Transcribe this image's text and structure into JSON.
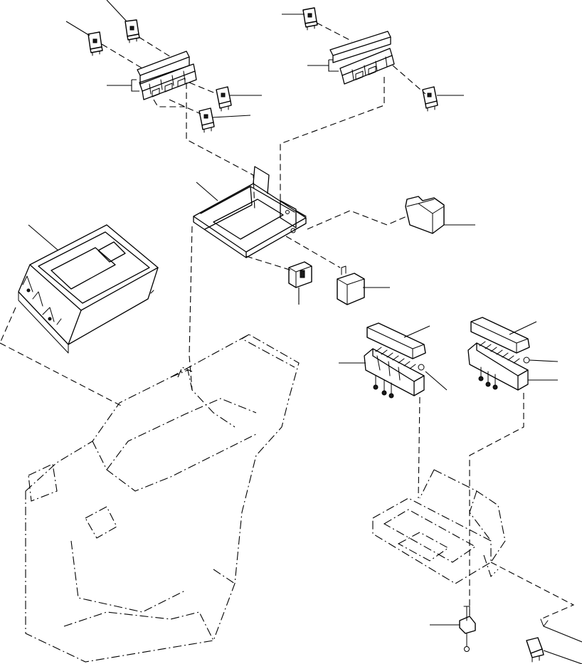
{
  "diagram": {
    "parts": [
      {
        "id": "relay-top-a",
        "icon": "relay-icon"
      },
      {
        "id": "relay-top-b",
        "icon": "relay-icon"
      },
      {
        "id": "relay-bracket-left",
        "icon": "bracket-icon"
      },
      {
        "id": "relay-mid-left-1",
        "icon": "relay-icon"
      },
      {
        "id": "relay-mid-left-2",
        "icon": "relay-icon"
      },
      {
        "id": "relay-top-right",
        "icon": "relay-icon"
      },
      {
        "id": "relay-bracket-right",
        "icon": "bracket-icon"
      },
      {
        "id": "relay-mid-right",
        "icon": "relay-icon"
      },
      {
        "id": "mounting-tray",
        "icon": "tray-icon"
      },
      {
        "id": "controller-box",
        "icon": "controller-icon"
      },
      {
        "id": "connector-cover",
        "icon": "cover-icon"
      },
      {
        "id": "flasher-unit",
        "icon": "flasher-icon"
      },
      {
        "id": "small-relay",
        "icon": "relay-icon"
      },
      {
        "id": "fuse-box-left",
        "icon": "fuse-box-icon"
      },
      {
        "id": "fuse-box-right",
        "icon": "fuse-box-icon"
      },
      {
        "id": "ground-stud",
        "icon": "stud-icon"
      },
      {
        "id": "relay-bottom",
        "icon": "relay-icon"
      },
      {
        "id": "cab-floor-frame",
        "icon": "frame-icon"
      },
      {
        "id": "lower-bracket",
        "icon": "bracket-icon"
      }
    ]
  }
}
